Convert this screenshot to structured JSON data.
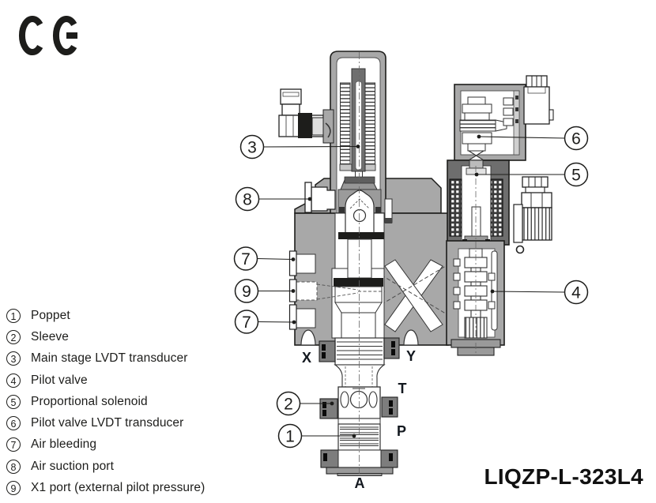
{
  "brand": {
    "ce_mark": "CE"
  },
  "model_code": "LIQZP-L-323L4",
  "legend": {
    "items": [
      {
        "num": "1",
        "label": "Poppet"
      },
      {
        "num": "2",
        "label": "Sleeve"
      },
      {
        "num": "3",
        "label": "Main stage LVDT transducer"
      },
      {
        "num": "4",
        "label": "Pilot valve"
      },
      {
        "num": "5",
        "label": "Proportional solenoid"
      },
      {
        "num": "6",
        "label": "Pilot valve LVDT transducer"
      },
      {
        "num": "7",
        "label": "Air bleeding"
      },
      {
        "num": "8",
        "label": "Air suction port"
      },
      {
        "num": "9",
        "label": "X1 port (external pilot pressure)"
      }
    ]
  },
  "callouts": [
    {
      "num": "3"
    },
    {
      "num": "8"
    },
    {
      "num": "7"
    },
    {
      "num": "9"
    },
    {
      "num": "7"
    },
    {
      "num": "2"
    },
    {
      "num": "1"
    },
    {
      "num": "6"
    },
    {
      "num": "5"
    },
    {
      "num": "4"
    }
  ],
  "ports": {
    "x": "X",
    "y": "Y",
    "t": "T",
    "p": "P",
    "a": "A"
  },
  "colors": {
    "outline": "#1d1d1b",
    "body_gray": "#a8a8a8",
    "solenoid_gray": "#6e6e6e",
    "oring_gray": "#7d7d7d",
    "seal_black": "#1d1d1b"
  }
}
